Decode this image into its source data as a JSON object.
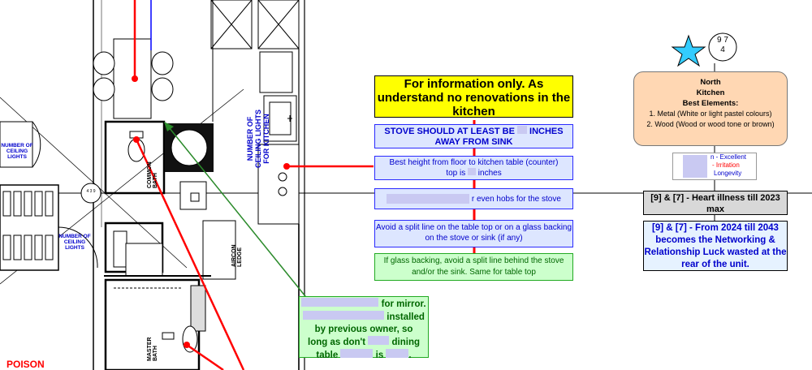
{
  "notes": {
    "yellow_title": "For information only. As understand no renovations in the kitchen",
    "stove_distance": "STOVE SHOULD AT LEAST BE INCHES AWAY FROM SINK",
    "stove_distance_a": "STOVE SHOULD AT LEAST BE",
    "stove_distance_b": "INCHES",
    "stove_distance_c": "AWAY FROM SINK",
    "best_height_a": "Best height from floor to kitchen table (counter)",
    "best_height_b": "top is",
    "best_height_c": "inches",
    "hobs": "r even hobs for the stove",
    "split_line": "Avoid a split line on the table top or on a glass backing on the stove or sink (if any)",
    "glass_backing": "If glass backing, avoid a split line behind the stove and/or the sink. Same for table top",
    "mirror_a": "for mirror.",
    "mirror_b": "installed",
    "mirror_c": "by previous owner, so",
    "mirror_d": "long as don't",
    "mirror_e": "dining",
    "mirror_f": "table",
    "mirror_g": "is",
    "mirror_h": "."
  },
  "sector": {
    "stars": "9 7\n4",
    "star_top": "9 7",
    "star_bottom": "4",
    "direction": "North",
    "room": "Kitchen",
    "best_elements_heading": "Best Elements:",
    "element_1": "1. Metal (White or light pastel colours)",
    "element_2": "2. Wood (Wood or wood tone or brown)",
    "legend_excellent": "n - Excellent",
    "legend_irritation": "- Irritation",
    "legend_longevity": "Longevity",
    "heart_illness": "[9] & [7] - Heart illness till 2023 max",
    "networking": "[9] & [7] - From 2024 till 2043 becomes the Networking & Relationship Luck wasted at the rear of the unit."
  },
  "floorplan": {
    "lights_kitchen": "NUMBER OF CEILING LIGHTS FOR KITCHEN",
    "lights_left_1": "NUMBER OF CEILING LIGHTS",
    "lights_left_2": "NUMBER OF CEILING LIGHTS",
    "common_bath": "COMMON BATH",
    "master_bath": "MASTER BATH",
    "aircon_ledge": "AIRCON LEDGE",
    "poison": "POISON",
    "center_mark": "4 3 9"
  },
  "colors": {
    "red_line": "#ff0000",
    "green_line": "#2a8a2a",
    "blue_text": "#0000cc",
    "star": "#33ccff"
  }
}
